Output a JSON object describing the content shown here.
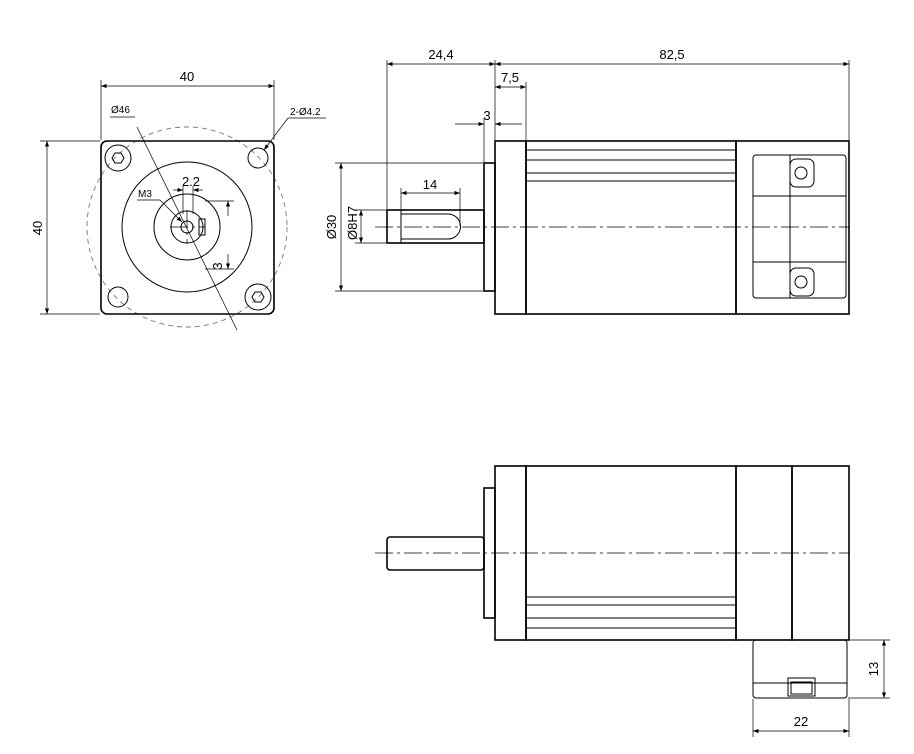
{
  "dimensions": {
    "front_width": "40",
    "front_height": "40",
    "bolt_circle": "Ø46",
    "holes": "2-Ø4.2",
    "thread": "M3",
    "key_width": "2.2",
    "key_depth": "3",
    "shaft_length_total": "24,4",
    "body_length": "82,5",
    "flange_offset": "7,5",
    "pilot_length": "3",
    "key_length": "14",
    "pilot_diameter": "Ø30",
    "shaft_diameter": "Ø8H7",
    "connector_height": "13",
    "connector_width": "22"
  }
}
